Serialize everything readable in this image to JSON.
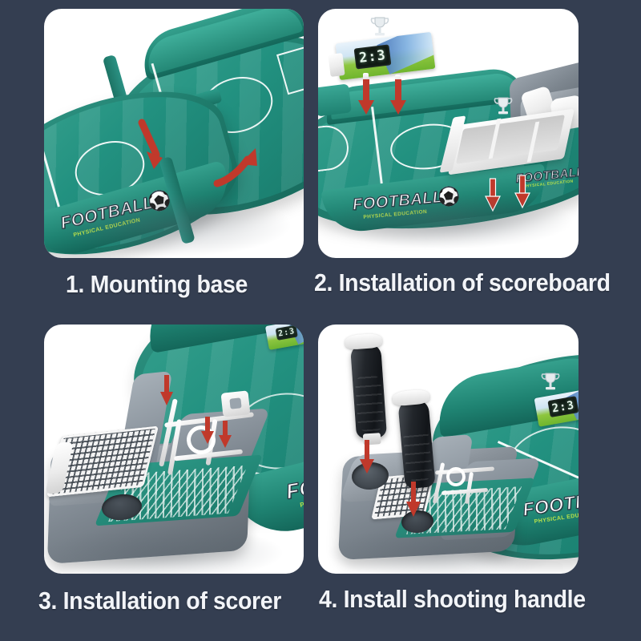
{
  "page": {
    "background_color": "#343e51",
    "layout": "2x2 instruction grid",
    "panel_background": "#ffffff"
  },
  "brand": {
    "logo_word": "FOOTBALL",
    "logo_subtitle": "PHYSICAL EDUCATION",
    "logo_ball_icon": "soccer-ball-icon",
    "logo_word_color": "#ffffff",
    "logo_subtitle_color": "#b9e34a"
  },
  "scoreboard": {
    "display_value": "2:3",
    "home_score": "2",
    "away_score": "3",
    "separator": ":",
    "screen_color": "#101a14",
    "digit_color": "#e8f6ec",
    "trophy_icon": "trophy-icon"
  },
  "arrow": {
    "color": "#c0392b",
    "icon": "down-arrow-icon"
  },
  "steps": [
    {
      "number": "1",
      "caption": "1. Mounting base",
      "title": "Mounting base",
      "arrows": 2,
      "arrow_direction": "curved",
      "shows": [
        "pitch-half-left",
        "pitch-half-right",
        "football-logo"
      ]
    },
    {
      "number": "2",
      "caption": "2. Installation of scoreboard",
      "title": "Installation of scoreboard",
      "arrows": 4,
      "arrow_direction": "down",
      "shows": [
        "scoreboard",
        "ball-tray",
        "pitch",
        "football-logo"
      ]
    },
    {
      "number": "3",
      "caption": "3. Installation of scorer",
      "title": "Installation of scorer",
      "arrows": 3,
      "arrow_direction": "down",
      "shows": [
        "goal-net",
        "scorer-frame",
        "grey-housing",
        "football-logo"
      ]
    },
    {
      "number": "4",
      "caption": "4. Install shooting handle",
      "title": "Install shooting handle",
      "arrows": 2,
      "arrow_direction": "down",
      "shows": [
        "shooting-handle",
        "grey-housing",
        "goal-net",
        "scoreboard",
        "football-logo"
      ]
    }
  ]
}
